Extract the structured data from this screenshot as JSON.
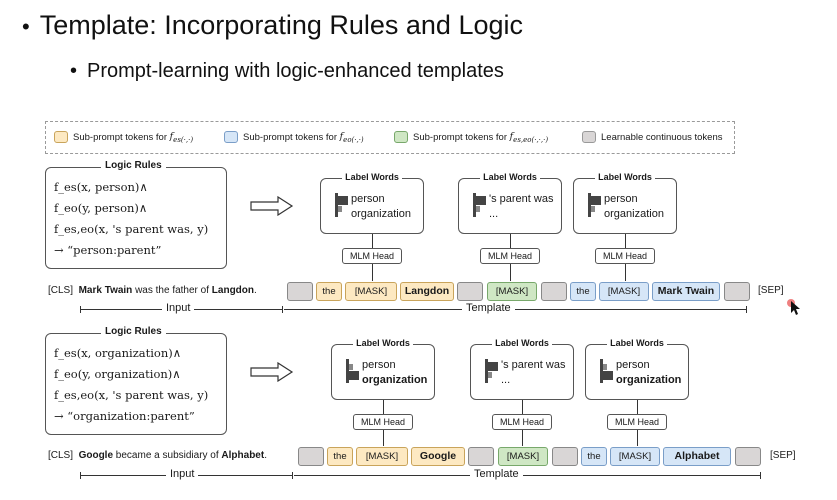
{
  "slide": {
    "bullet1": "Template: Incorporating Rules and Logic",
    "bullet2": "Prompt-learning with logic-enhanced templates"
  },
  "legend": {
    "items": [
      {
        "label": "Sub-prompt tokens for",
        "sub": "f",
        "args": "es(·,·)",
        "color": "#fde9c2"
      },
      {
        "label": "Sub-prompt tokens for",
        "sub": "f",
        "args": "eo(·,·)",
        "color": "#d6e6f7"
      },
      {
        "label": "Sub-prompt tokens for",
        "sub": "f",
        "args": "es,eo(·,·,·)",
        "color": "#cfe7c4"
      },
      {
        "label": "Learnable continuous tokens",
        "color": "#d9d6d6"
      }
    ]
  },
  "labels": {
    "logic_rules": "Logic Rules",
    "label_words": "Label Words",
    "mlm_head": "MLM Head",
    "input": "Input",
    "template": "Template",
    "cls": "[CLS]",
    "sep": "[SEP]",
    "the": "the",
    "mask": "[MASK]"
  },
  "example1": {
    "rules": [
      "f_es(x, person)∧",
      "f_eo(y, person)∧",
      "f_es,eo(x, 's parent was, y)",
      "→ “person:parent”"
    ],
    "sentence_pre": "",
    "subject": "Mark Twain",
    "middle": " was the father of ",
    "object": "Langdon",
    "period": ".",
    "token_subject": "Langdon",
    "token_object": "Mark Twain",
    "label_words": [
      {
        "w1": "person",
        "w2": "organization"
      },
      {
        "w1": "'s parent was",
        "w2": "..."
      },
      {
        "w1": "person",
        "w2": "organization"
      }
    ]
  },
  "example2": {
    "rules": [
      "f_es(x, organization)∧",
      "f_eo(y, organization)∧",
      "f_es,eo(x, 's parent was, y)",
      "→ “organization:parent”"
    ],
    "subject": "Google",
    "middle": " became a subsidiary of ",
    "object": "Alphabet",
    "period": ".",
    "token_subject": "Google",
    "token_object": "Alphabet",
    "label_words": [
      {
        "w1": "person",
        "w2": "organization"
      },
      {
        "w1": "'s parent was",
        "w2": "..."
      },
      {
        "w1": "person",
        "w2": "organization"
      }
    ]
  },
  "colors": {
    "subject_prompt": "#fde9c2",
    "object_prompt": "#d6e6f7",
    "relation_prompt": "#cfe7c4",
    "learnable": "#d9d6d6"
  }
}
